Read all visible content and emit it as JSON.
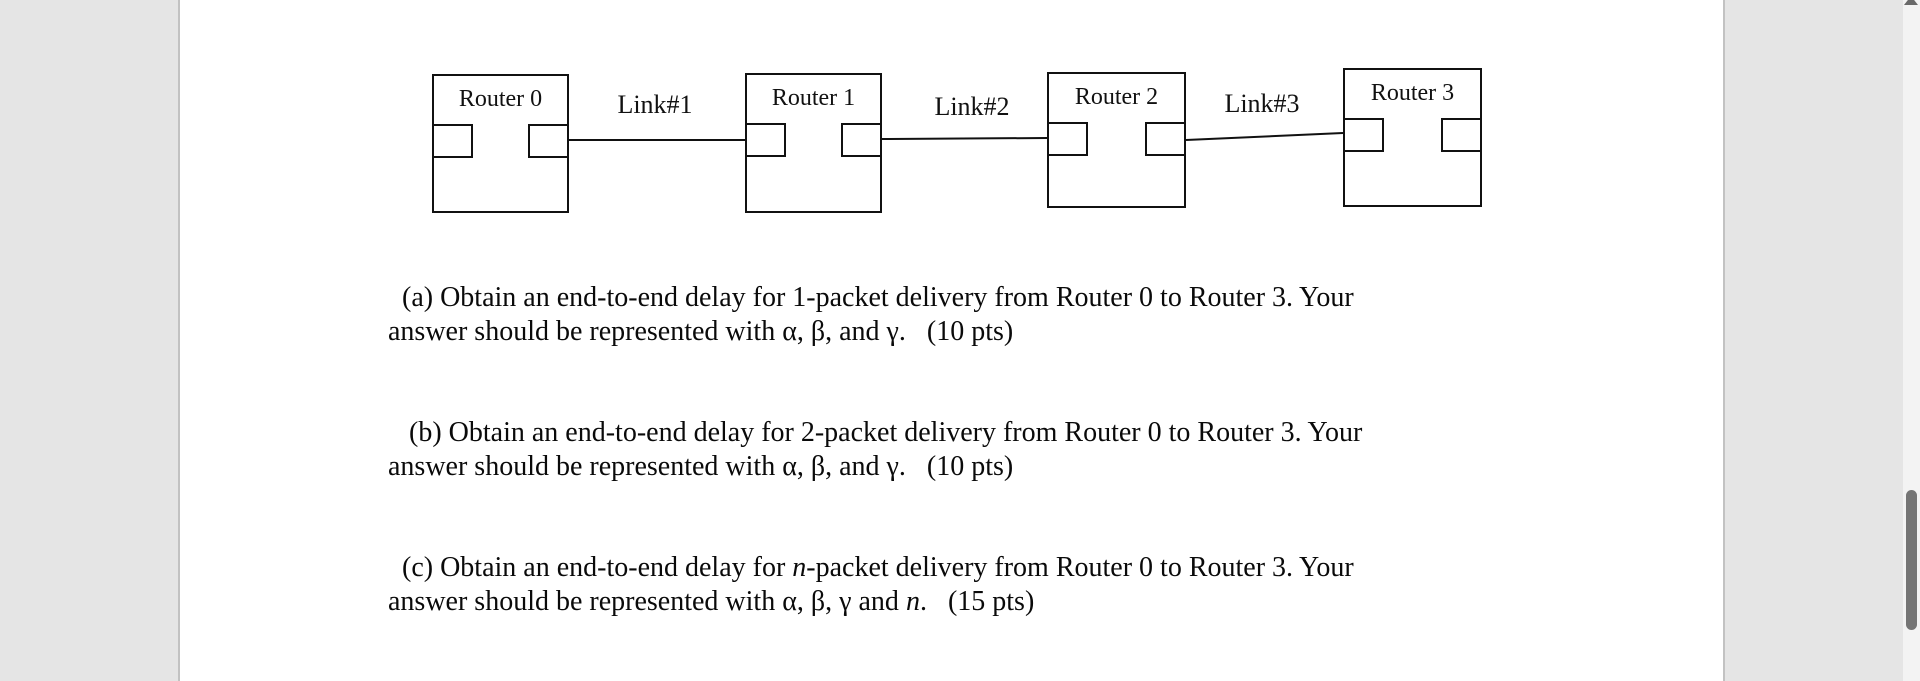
{
  "theme": {
    "page_bg": "#ffffff",
    "margin_bg": "#e5e5e5",
    "page_border": "#c2c2c2",
    "ink": "#111111",
    "text_color": "#0a0a0a",
    "scroll_track": "#f3f3f3",
    "scroll_thumb": "#757575",
    "scroll_arrow": "#696969"
  },
  "diagram": {
    "routers": [
      {
        "label": "Router 0"
      },
      {
        "label": "Router 1"
      },
      {
        "label": "Router 2"
      },
      {
        "label": "Router 3"
      }
    ],
    "links": [
      {
        "label": "Link#1"
      },
      {
        "label": "Link#2"
      },
      {
        "label": "Link#3"
      }
    ]
  },
  "questions": [
    {
      "id": "a",
      "lines": [
        {
          "segments": [
            {
              "text": "(a) Obtain an end-to-end delay for 1-packet delivery from Router 0 to Router 3. Your"
            }
          ]
        },
        {
          "segments": [
            {
              "text": "answer should be represented with α, β, and γ.   (10 pts)"
            }
          ]
        }
      ]
    },
    {
      "id": "b",
      "lines": [
        {
          "segments": [
            {
              "text": " (b) Obtain an end-to-end delay for 2-packet delivery from Router 0 to Router 3. Your"
            }
          ]
        },
        {
          "segments": [
            {
              "text": "answer should be represented with α, β, and γ.   (10 pts)"
            }
          ]
        }
      ]
    },
    {
      "id": "c",
      "lines": [
        {
          "segments": [
            {
              "text": "(c) Obtain an end-to-end delay for "
            },
            {
              "text": "n",
              "italic": true
            },
            {
              "text": "-packet delivery from Router 0 to Router 3. Your"
            }
          ]
        },
        {
          "segments": [
            {
              "text": "answer should be represented with α, β, γ and "
            },
            {
              "text": "n",
              "italic": true
            },
            {
              "text": ".   (15 pts)"
            }
          ]
        }
      ]
    }
  ]
}
